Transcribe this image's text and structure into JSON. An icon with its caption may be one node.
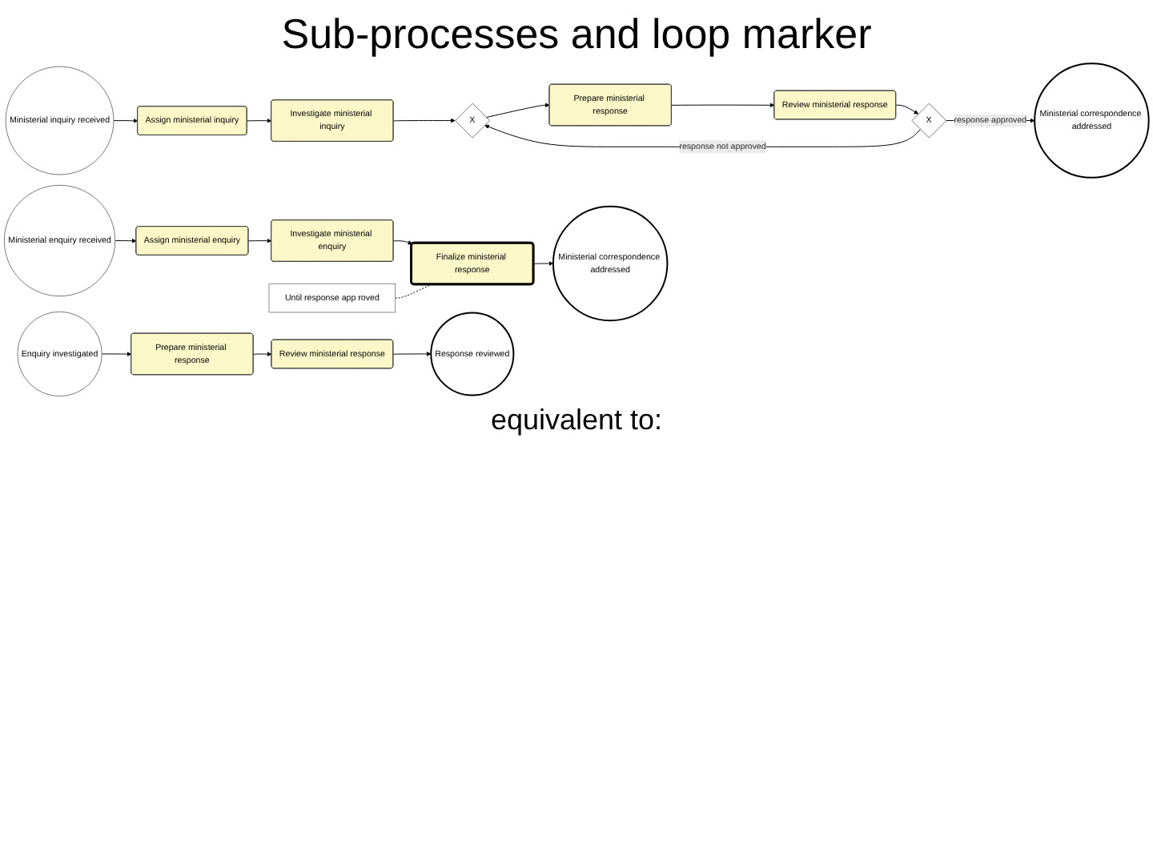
{
  "diagram": {
    "title": "Sub-processes and loop marker",
    "nodes": [
      {
        "text": [
          "Ministerial inquiry received"
        ]
      },
      {
        "text": [
          "Assign ministerial inquiry"
        ]
      },
      {
        "text": [
          "Investigate ministerial inquiry"
        ]
      },
      {
        "text": [
          "X"
        ]
      },
      {
        "text": [
          "Prepare ministerial response"
        ]
      },
      {
        "text": [
          "Review ministerial response"
        ]
      },
      {
        "text": [
          "X"
        ]
      },
      {
        "text": [
          "Ministerial correspondence addressed"
        ]
      },
      {
        "text": [
          "Ministerial enquiry received"
        ]
      },
      {
        "text": [
          "Assign ministerial enquiry"
        ]
      },
      {
        "text": [
          "Investigate ministerial enquiry"
        ]
      },
      {
        "text": [
          "Finalize ministerial response"
        ]
      },
      {
        "text": [
          "Ministerial correspondence addressed"
        ]
      },
      {
        "text": [
          "Until response app roved"
        ]
      },
      {
        "text": [
          "Enquiry investigated"
        ]
      },
      {
        "text": [
          "Prepare ministerial response"
        ]
      },
      {
        "text": [
          "Review ministerial response"
        ]
      },
      {
        "text": [
          "Response reviewed"
        ]
      }
    ],
    "edges": [
      {
        "from": 0,
        "to": 1,
        "arrow": "to"
      },
      {
        "from": 1,
        "to": 2,
        "arrow": "to"
      },
      {
        "from": 2,
        "to": 3,
        "arrow": "to"
      },
      {
        "from": 3,
        "to": 4,
        "arrow": "to"
      },
      {
        "from": 4,
        "to": 5,
        "arrow": "to"
      },
      {
        "from": 5,
        "to": 6,
        "arrow": "to"
      },
      {
        "from": 6,
        "to": 7,
        "label": "response approved",
        "arrow": "to"
      },
      {
        "from": 6,
        "to": 3,
        "label": "response not approved",
        "arrow": "to"
      },
      {
        "from": 8,
        "to": 9,
        "arrow": "to"
      },
      {
        "from": 9,
        "to": 10,
        "arrow": "to"
      },
      {
        "from": 10,
        "to": 11,
        "arrow": "to"
      },
      {
        "from": 11,
        "to": 12,
        "arrow": "to"
      },
      {
        "from": 13,
        "to": 11,
        "arrow": "none",
        "style": "dashed"
      },
      {
        "from": 14,
        "to": 15,
        "arrow": "to"
      },
      {
        "from": 15,
        "to": 16,
        "arrow": "to"
      },
      {
        "from": 16,
        "to": 17,
        "arrow": "to"
      }
    ],
    "labels": [
      "equivalent to:"
    ]
  }
}
